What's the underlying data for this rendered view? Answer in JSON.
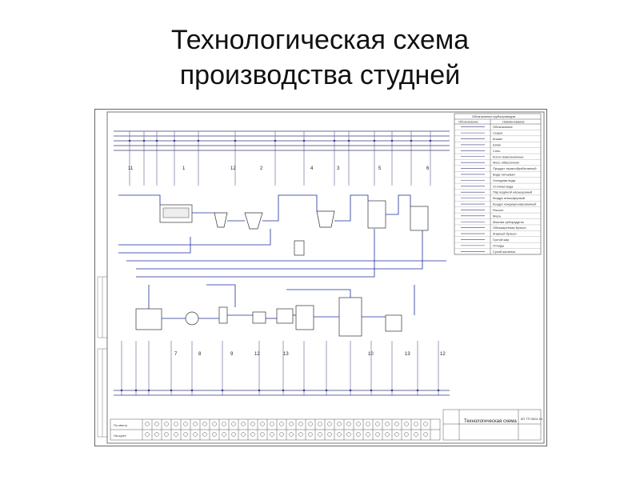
{
  "slide": {
    "title_line1": "Технологическая схема",
    "title_line2": "производства студней"
  },
  "legend": {
    "header": "Обозначения трубопроводов",
    "col_left": "Обозначение",
    "col_right": "Наименование",
    "entries": [
      "Обозначение",
      "Сырье",
      "Кишки",
      "Шпик",
      "Соль",
      "Кости измельченные",
      "Масс обвалочная",
      "Продукт термообработанный",
      "Вода питьевая",
      "Холодная вода",
      "Сточная вода",
      "Пар водяной насыщенный",
      "Воздух атмосферный",
      "Воздух кондиционированный",
      "Рассол",
      "Маса",
      "Мясная субпродукты",
      "Обезжиренная бульон",
      "Жирный бульон",
      "Густой жир",
      "Отходы",
      "Сухой жилинок"
    ]
  },
  "equipment_numbers": {
    "top": [
      "11",
      "1",
      "12",
      "2",
      "4",
      "3",
      "5",
      "6"
    ],
    "bottom": [
      "7",
      "8",
      "9",
      "12",
      "13",
      "10",
      "13",
      "12"
    ]
  },
  "side_table": {
    "row1": "По месту",
    "row2": "На щите"
  },
  "title_block": {
    "name": "Технологическая схема",
    "code": "КП ТП 0001.01"
  },
  "colors": {
    "line": "#3a3a7a",
    "frame": "#555555",
    "accent": "#1f2f9a"
  }
}
